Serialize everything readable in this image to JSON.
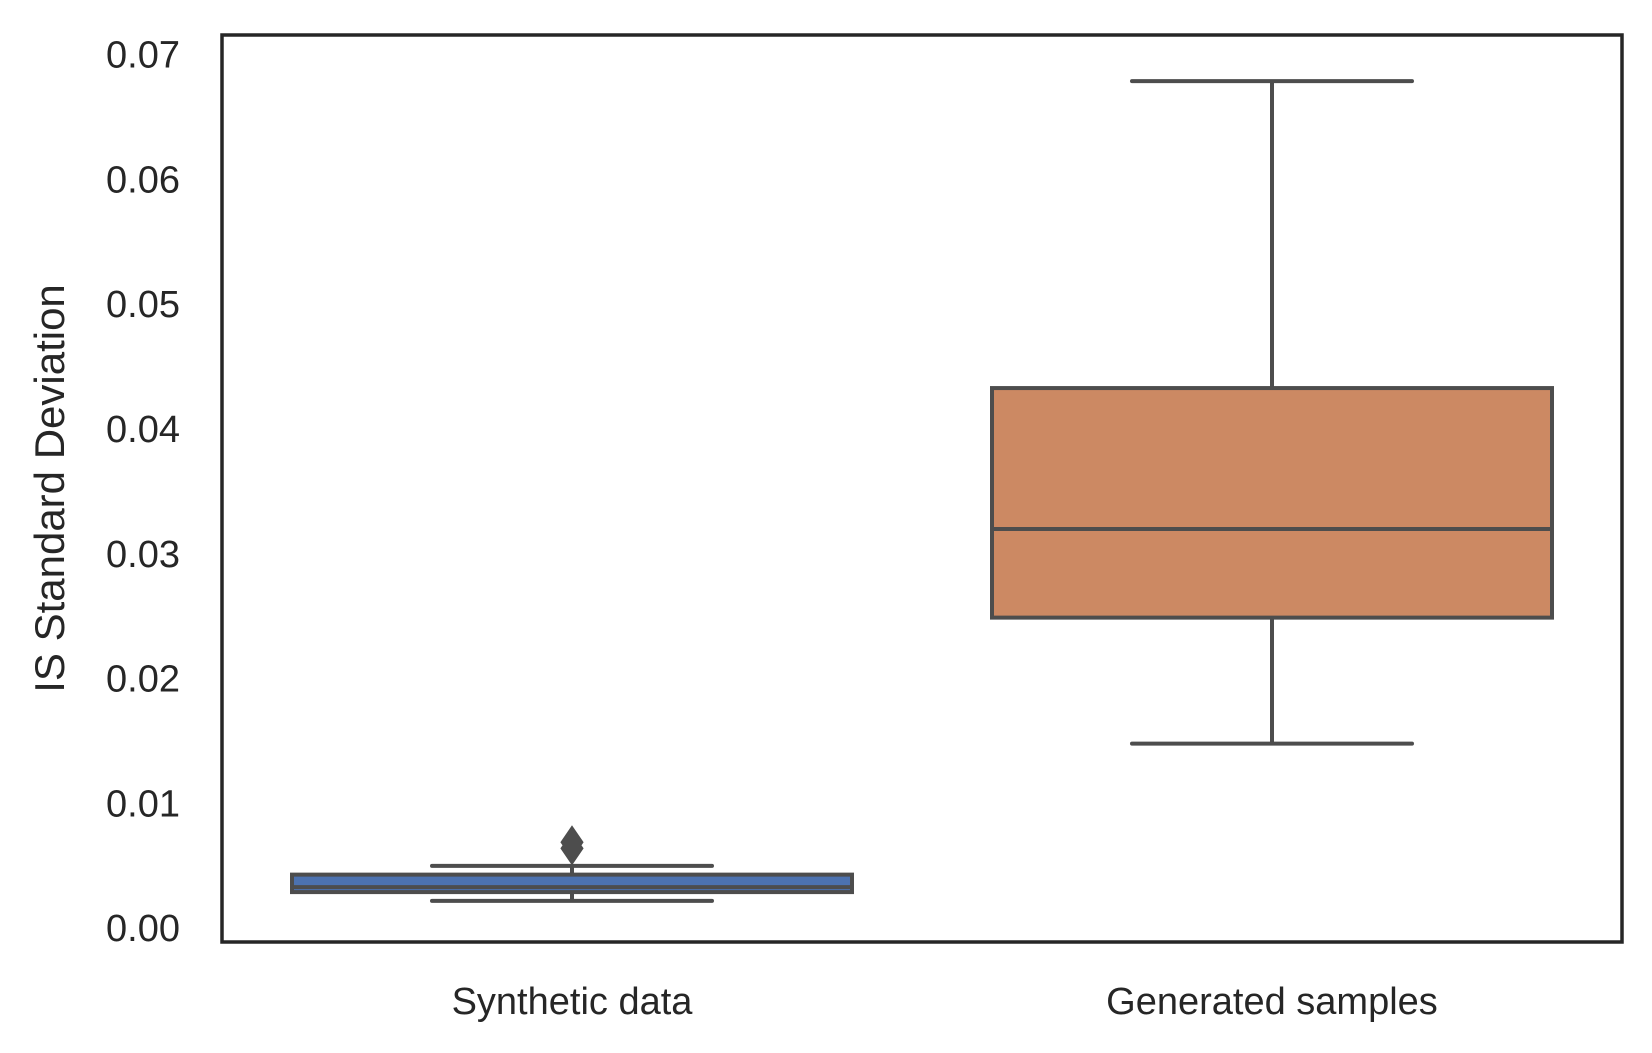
{
  "chart_data": {
    "type": "box",
    "title": "",
    "xlabel": "",
    "ylabel": "IS Standard Deviation",
    "ylim": [
      -0.0012,
      0.0715
    ],
    "yticks": [
      "0.00",
      "0.01",
      "0.02",
      "0.03",
      "0.04",
      "0.05",
      "0.06",
      "0.07"
    ],
    "grid": false,
    "legend": "none",
    "categories": [
      "Synthetic data",
      "Generated samples"
    ],
    "boxes": [
      {
        "category": "Synthetic data",
        "whisker_low": 0.0021,
        "q1": 0.0028,
        "median": 0.0032,
        "q3": 0.0042,
        "whisker_high": 0.0049,
        "outliers": [
          0.0063,
          0.0068
        ],
        "color": "#4c72b0"
      },
      {
        "category": "Generated samples",
        "whisker_low": 0.0147,
        "q1": 0.0248,
        "median": 0.0319,
        "q3": 0.0432,
        "whisker_high": 0.0678,
        "outliers": [],
        "color": "#cc8963"
      }
    ],
    "line_color": "#4d4d4d",
    "axis_color": "#262626"
  }
}
